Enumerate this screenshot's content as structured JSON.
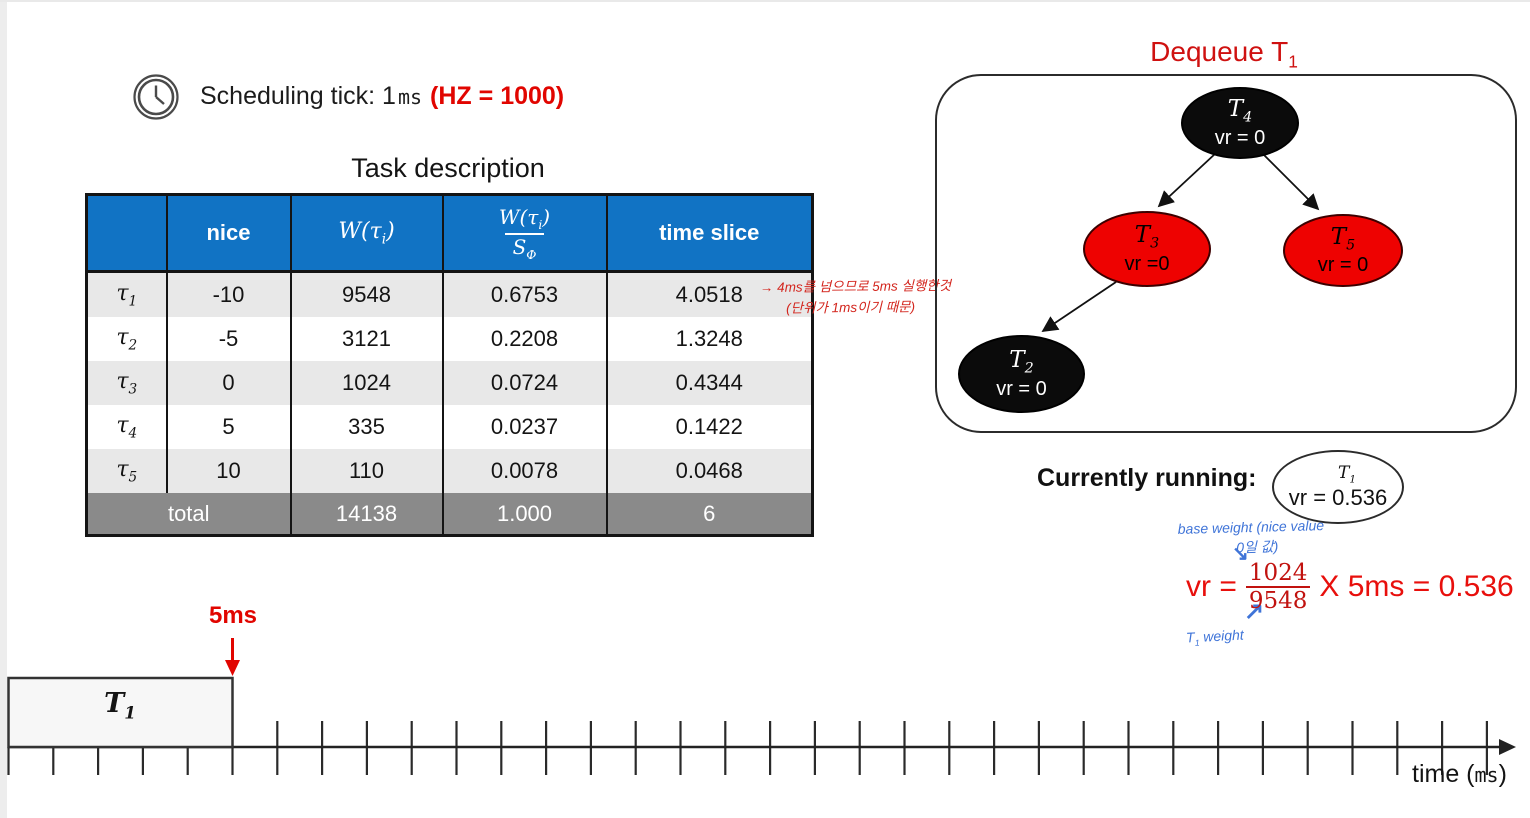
{
  "colors": {
    "header_blue": "#1173c4",
    "total_gray": "#8a8a8a",
    "stripe_gray": "#e8e8e8",
    "node_red": "#ee0201",
    "node_black": "#0b0b0b",
    "accent_red": "#e10500",
    "formula_red": "#e80f0c",
    "handwriting_red": "#d3251d",
    "handwriting_blue": "#3f74d8"
  },
  "icons": {
    "clock_icon": "clock",
    "blue_arrow_down": "↘",
    "blue_arrow_up": "↗"
  },
  "scheduling_tick": {
    "text": "Scheduling tick: 1",
    "unit": "ms",
    "hz": "(HZ = 1000)"
  },
  "task_table": {
    "title": "Task description",
    "header": {
      "col_task": "",
      "col_nice": "nice",
      "weight_pre": "W(τ",
      "weight_sub": "i",
      "weight_post": ")",
      "frac_num_pre": "W(τ",
      "frac_num_sub": "i",
      "frac_num_post": ")",
      "frac_den_base": "S",
      "frac_den_sub": "Φ",
      "col_timeslice": "time slice"
    },
    "rows": [
      {
        "label_base": "τ",
        "label_sub": "1",
        "nice": "-10",
        "weight": "9548",
        "share": "0.6753",
        "slice": "4.0518"
      },
      {
        "label_base": "τ",
        "label_sub": "2",
        "nice": "-5",
        "weight": "3121",
        "share": "0.2208",
        "slice": "1.3248"
      },
      {
        "label_base": "τ",
        "label_sub": "3",
        "nice": "0",
        "weight": "1024",
        "share": "0.0724",
        "slice": "0.4344"
      },
      {
        "label_base": "τ",
        "label_sub": "4",
        "nice": "5",
        "weight": "335",
        "share": "0.0237",
        "slice": "0.1422"
      },
      {
        "label_base": "τ",
        "label_sub": "5",
        "nice": "10",
        "weight": "110",
        "share": "0.0078",
        "slice": "0.0468"
      }
    ],
    "total": {
      "label": "total",
      "weight": "14138",
      "share": "1.000",
      "slice": "6"
    }
  },
  "red_note": {
    "line1": "→ 4ms를 넘으므로  5ms 실행한것",
    "line2": "(단위가  1ms이기 때문)"
  },
  "tree": {
    "title_pre": "Dequeue T",
    "title_sub": "1",
    "nodes": [
      {
        "label_base": "T",
        "label_sub": "4",
        "vr": "vr = 0",
        "color": "black"
      },
      {
        "label_base": "T",
        "label_sub": "3",
        "vr": "vr =0",
        "color": "red"
      },
      {
        "label_base": "T",
        "label_sub": "5",
        "vr": "vr = 0",
        "color": "red"
      },
      {
        "label_base": "T",
        "label_sub": "2",
        "vr": "vr = 0",
        "color": "black"
      }
    ]
  },
  "running": {
    "label": "Currently running:",
    "node_label_base": "T",
    "node_label_sub": "1",
    "node_vr": "vr = 0.536"
  },
  "annotations": {
    "blue_note1_line1": "base weight (nice value",
    "blue_note1_line2": "0일 값)",
    "blue_note2_pre": "T",
    "blue_note2_sub": "1",
    "blue_note2_post": " weight"
  },
  "formula": {
    "lhs": "vr =",
    "numerator": "1024",
    "denominator": "9548",
    "rhs": "X 5ms = 0.536"
  },
  "timeline": {
    "box_label_base": "T",
    "box_label_sub": "1",
    "box_span_ticks": 5,
    "tick_count": 34,
    "marker_label": "5ms",
    "axis_label_pre": "time (",
    "axis_unit": "ms",
    "axis_label_post": ")"
  }
}
